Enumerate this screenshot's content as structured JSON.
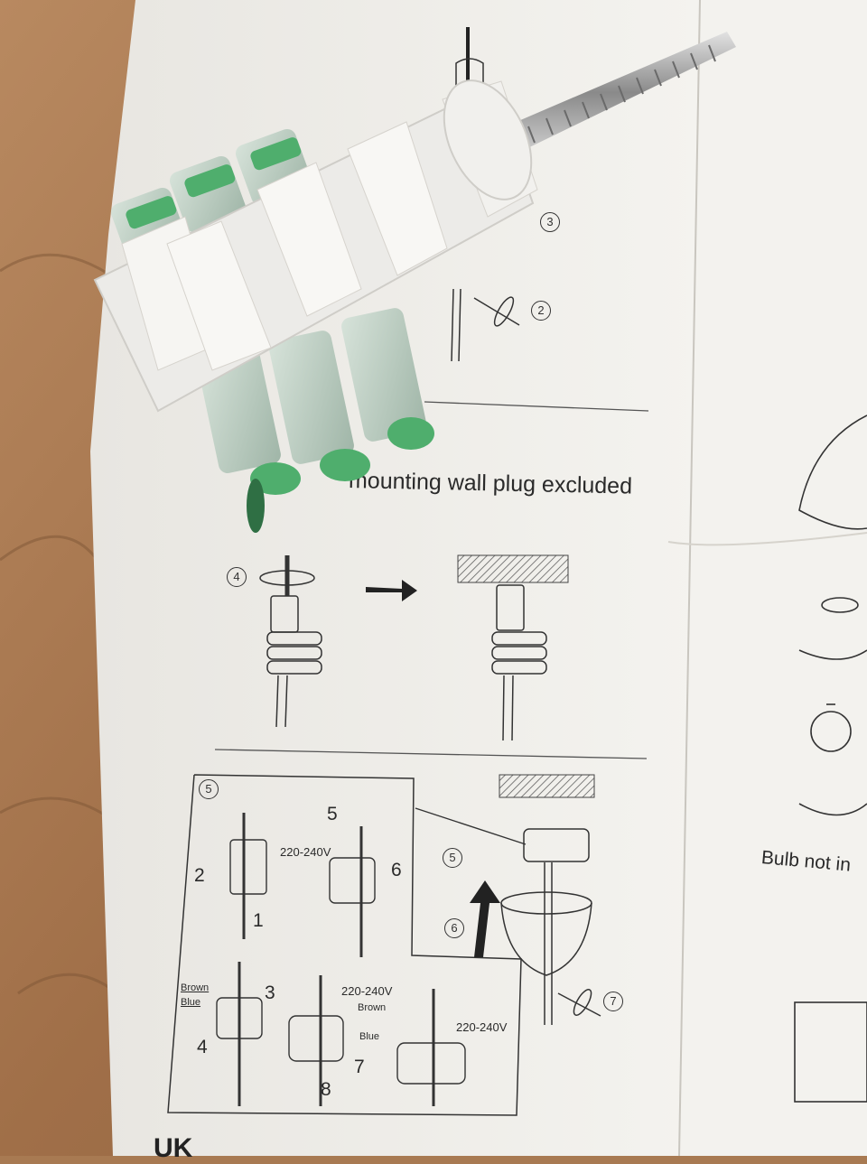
{
  "page": {
    "heading": "mounting wall plug excluded",
    "bulb_note": "Bulb not in",
    "footer_fragment": "UK"
  },
  "step_markers": [
    "2",
    "3",
    "4",
    "5",
    "5",
    "6",
    "7"
  ],
  "detail_box": {
    "number": "5",
    "voltage": "220-240V",
    "wire_brown": "Brown",
    "wire_blue": "Blue",
    "arrow_numbers": [
      "1",
      "2",
      "3",
      "4",
      "5",
      "6",
      "7",
      "8"
    ]
  },
  "colors": {
    "paper": "#f1efea",
    "wood": "#a87a52",
    "connector_green": "#4fae6d",
    "plastic_white": "#ecebe8",
    "ink": "#333333"
  }
}
